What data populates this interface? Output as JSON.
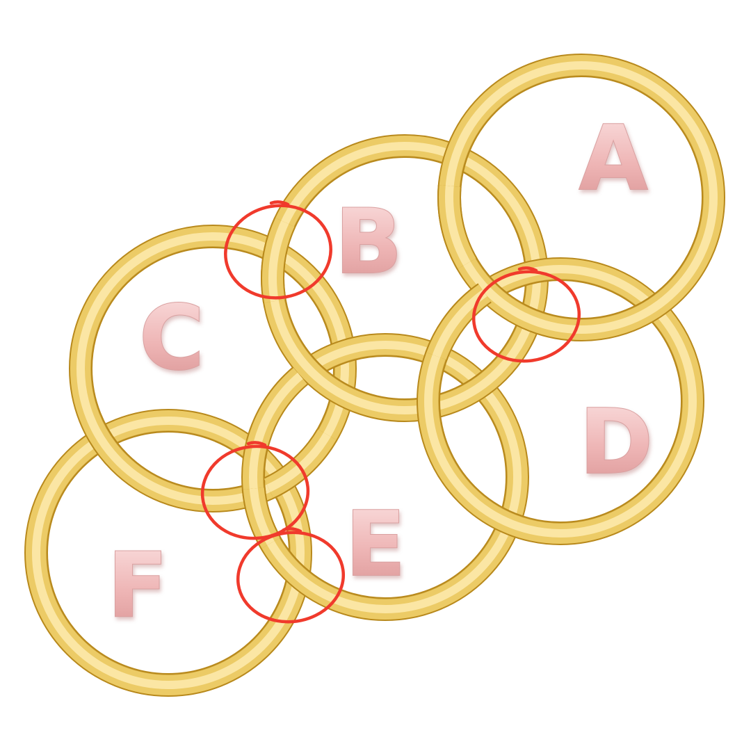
{
  "rings": [
    {
      "label": "A"
    },
    {
      "label": "B"
    },
    {
      "label": "C"
    },
    {
      "label": "D"
    },
    {
      "label": "E"
    },
    {
      "label": "F"
    }
  ],
  "colors": {
    "ring_outer": "#b8891c",
    "ring_mid": "#eccb66",
    "ring_highlight": "#fbe6a4",
    "letter_light": "#f7d2d2",
    "letter_dark": "#e0a0a0",
    "marker": "#f03a2c",
    "background": "#ffffff"
  },
  "markers": [
    {
      "name": "marker-b-c"
    },
    {
      "name": "marker-a-d"
    },
    {
      "name": "marker-c-e-f"
    },
    {
      "name": "marker-e-f"
    }
  ]
}
